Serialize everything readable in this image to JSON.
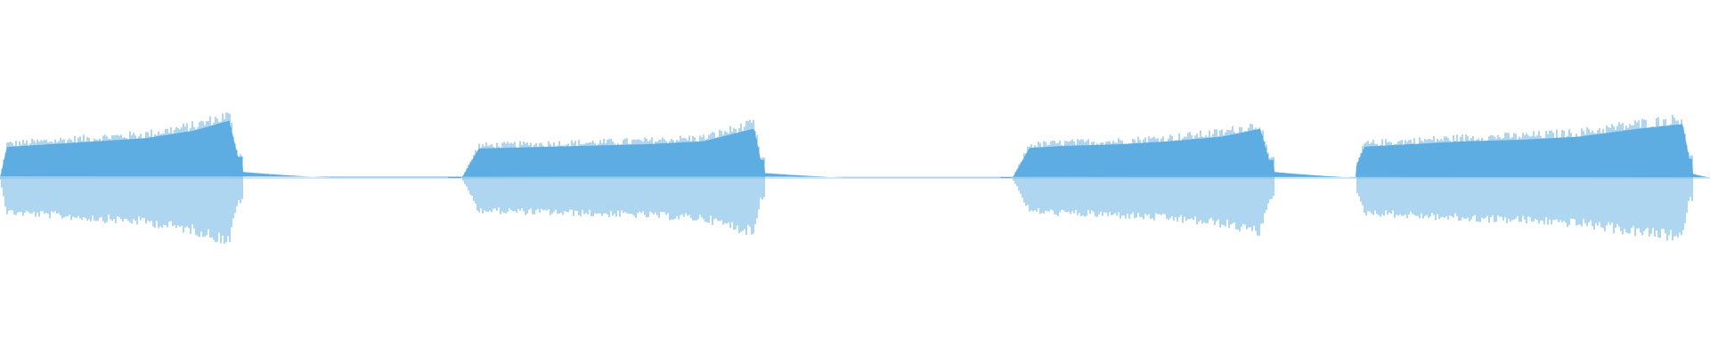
{
  "waveform": {
    "color": "#5dade2",
    "segments": [
      {
        "start": 0.0,
        "end": 0.142,
        "attack": 0.004,
        "release": 0.008,
        "amp": [
          0.2,
          0.22,
          0.24,
          0.26,
          0.31,
          0.4
        ],
        "tail": 0.052,
        "tail_amp": 0.03
      },
      {
        "start": 0.27,
        "end": 0.447,
        "attack": 0.01,
        "release": 0.006,
        "amp": [
          0.19,
          0.2,
          0.21,
          0.22,
          0.24,
          0.34
        ],
        "tail": 0.048,
        "tail_amp": 0.024
      },
      {
        "start": 0.592,
        "end": 0.745,
        "attack": 0.01,
        "release": 0.008,
        "amp": [
          0.19,
          0.21,
          0.22,
          0.24,
          0.27,
          0.34
        ],
        "tail": 0.048,
        "tail_amp": 0.03
      },
      {
        "start": 0.79,
        "end": 0.99,
        "attack": 0.008,
        "release": 0.006,
        "amp": [
          0.2,
          0.22,
          0.24,
          0.25,
          0.27,
          0.32,
          0.36
        ],
        "tail": 0.01,
        "tail_amp": 0.02
      }
    ],
    "baseline_gaps": [
      {
        "start": 0.142,
        "end": 0.262,
        "amp": 0.004
      },
      {
        "start": 0.447,
        "end": 0.585,
        "amp": 0.004
      },
      {
        "start": 0.745,
        "end": 0.79,
        "amp": 0.01
      }
    ]
  }
}
